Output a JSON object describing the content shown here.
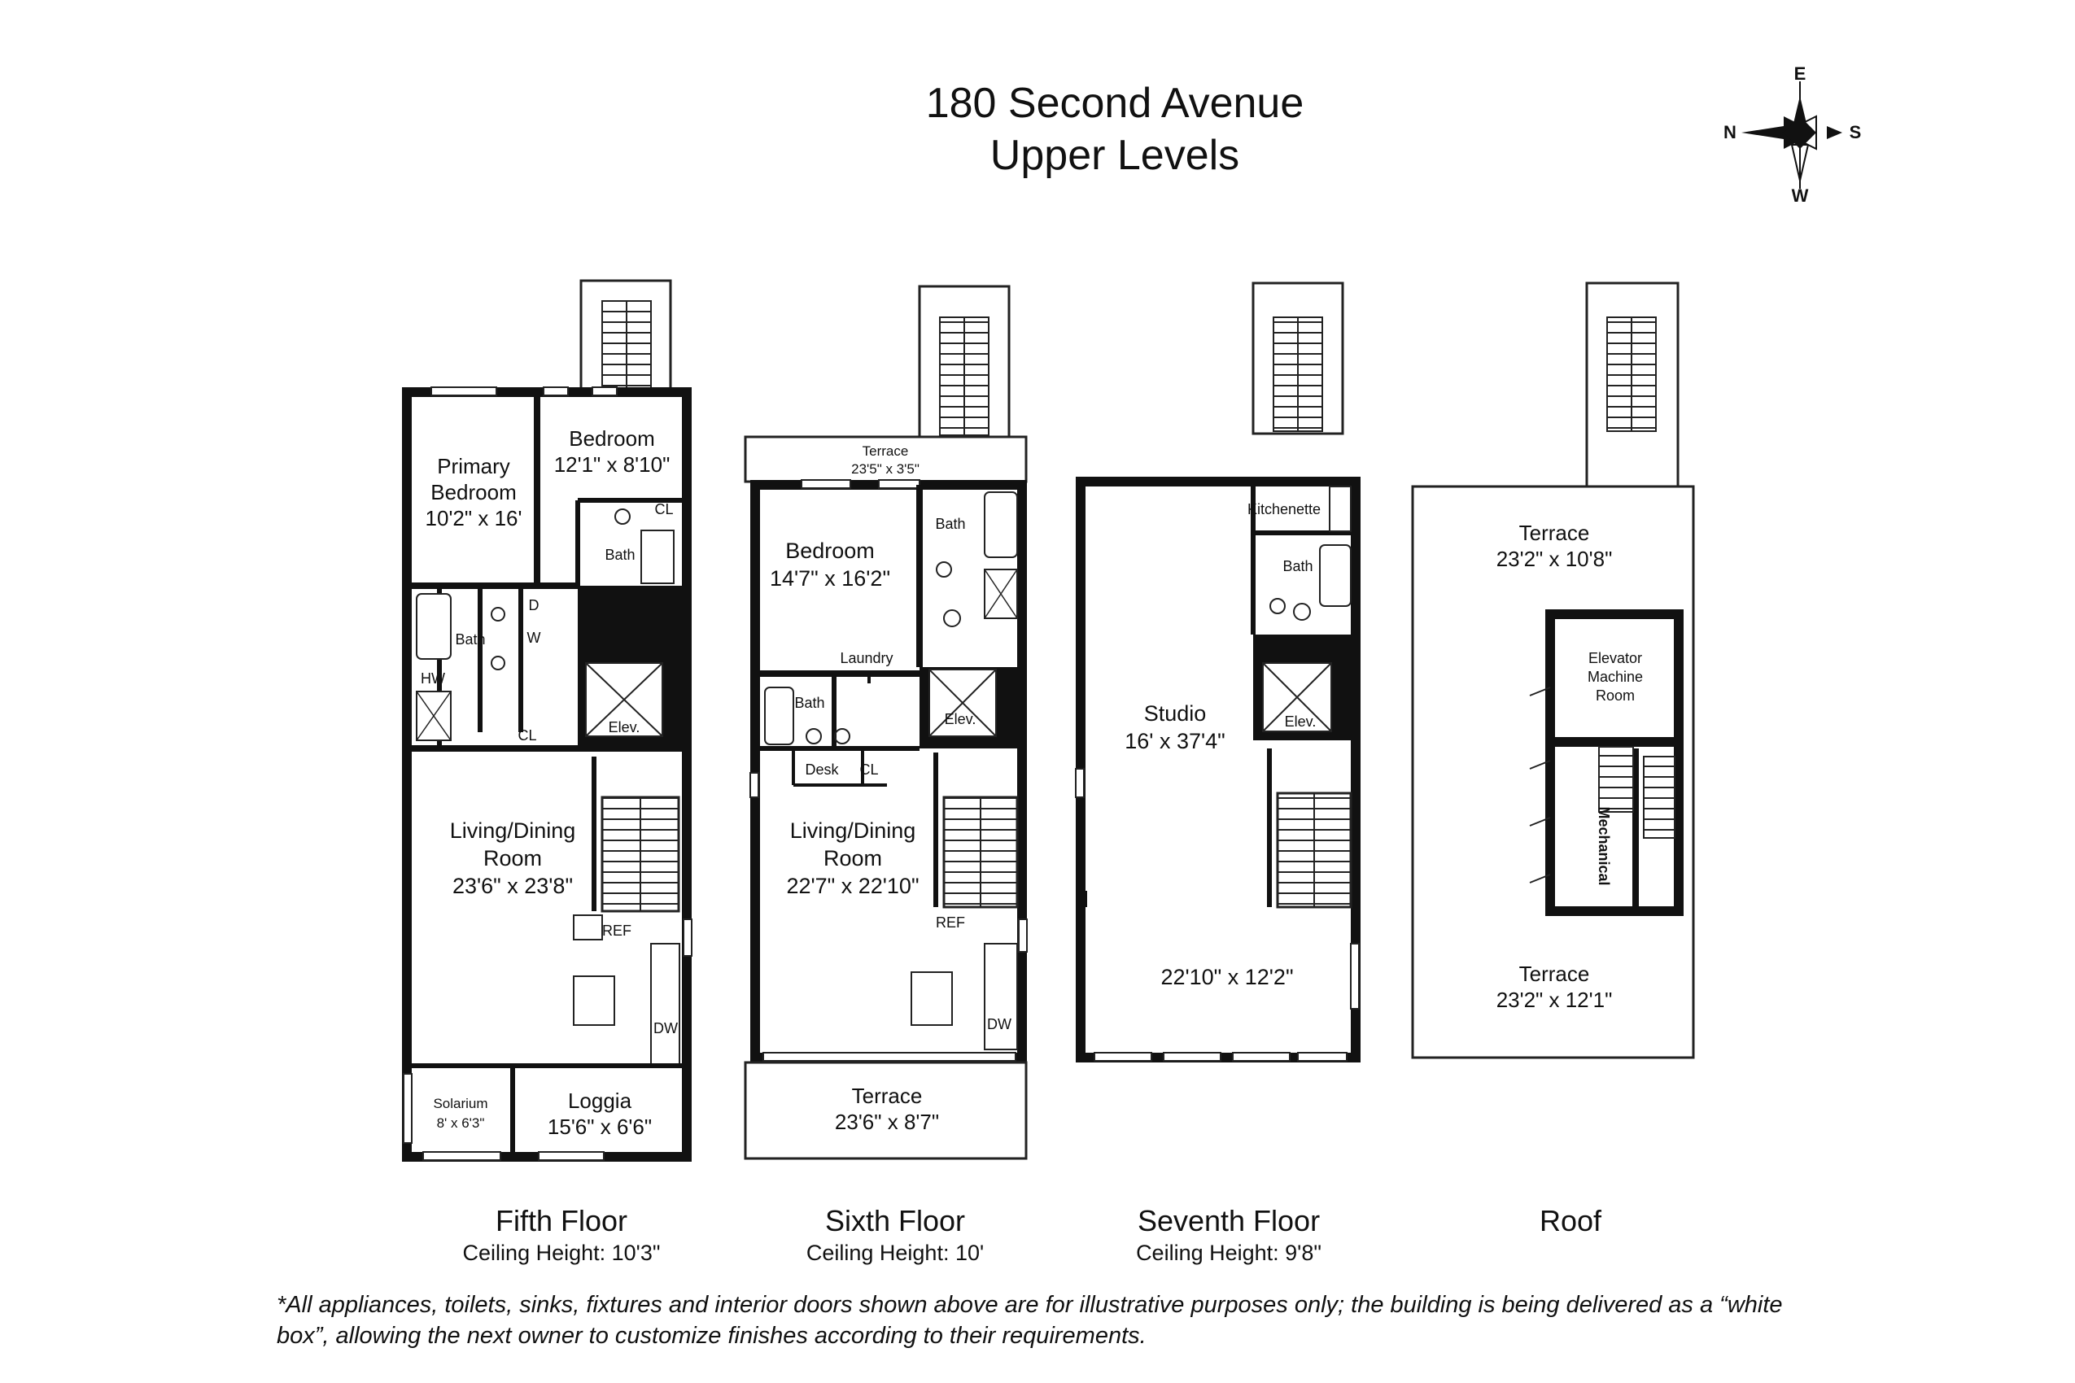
{
  "title": {
    "line1": "180 Second Avenue",
    "line2": "Upper Levels"
  },
  "compass": {
    "n": "N",
    "s": "S",
    "e": "E",
    "w": "W"
  },
  "floors": [
    {
      "name": "Fifth Floor",
      "ceiling": "Ceiling Height: 10'3\"",
      "rooms": {
        "primary_bedroom_1": "Primary",
        "primary_bedroom_2": "Bedroom",
        "primary_bedroom_dim": "10'2\" x 16'",
        "bedroom": "Bedroom",
        "bedroom_dim": "12'1\" x 8'10\"",
        "bath_a": "Bath",
        "bath_b": "Bath",
        "cl_a": "CL",
        "cl_b": "CL",
        "w": "W",
        "d": "D",
        "hw": "HW",
        "elev": "Elev.",
        "living_1": "Living/Dining",
        "living_2": "Room",
        "living_dim": "23'6\" x 23'8\"",
        "ref": "REF",
        "dw": "DW",
        "solarium": "Solarium",
        "solarium_dim": "8' x 6'3\"",
        "loggia": "Loggia",
        "loggia_dim": "15'6\" x 6'6\""
      }
    },
    {
      "name": "Sixth Floor",
      "ceiling": "Ceiling Height: 10'",
      "rooms": {
        "terrace_top": "Terrace",
        "terrace_top_dim": "23'5\" x 3'5\"",
        "bedroom": "Bedroom",
        "bedroom_dim": "14'7\" x 16'2\"",
        "bath_a": "Bath",
        "bath_b": "Bath",
        "laundry": "Laundry",
        "desk": "Desk",
        "cl": "CL",
        "elev": "Elev.",
        "living_1": "Living/Dining",
        "living_2": "Room",
        "living_dim": "22'7\" x 22'10\"",
        "ref": "REF",
        "dw": "DW",
        "terrace": "Terrace",
        "terrace_dim": "23'6\" x 8'7\""
      }
    },
    {
      "name": "Seventh Floor",
      "ceiling": "Ceiling Height: 9'8\"",
      "rooms": {
        "kitchenette": "Kitchenette",
        "bath": "Bath",
        "elev": "Elev.",
        "studio": "Studio",
        "studio_dim": "16' x 37'4\"",
        "lower_dim": "22'10\" x 12'2\""
      }
    },
    {
      "name": "Roof",
      "ceiling": "",
      "rooms": {
        "terrace_a": "Terrace",
        "terrace_a_dim": "23'2\" x 10'8\"",
        "machine_1": "Elevator",
        "machine_2": "Machine",
        "machine_3": "Room",
        "mechanical": "Mechanical",
        "terrace_b": "Terrace",
        "terrace_b_dim": "23'2\" x 12'1\""
      }
    }
  ],
  "disclaimer": "*All appliances, toilets, sinks, fixtures and interior doors shown above are for illustrative purposes only;  the building is being delivered as a “white box”, allowing the next owner to customize finishes according to their requirements."
}
